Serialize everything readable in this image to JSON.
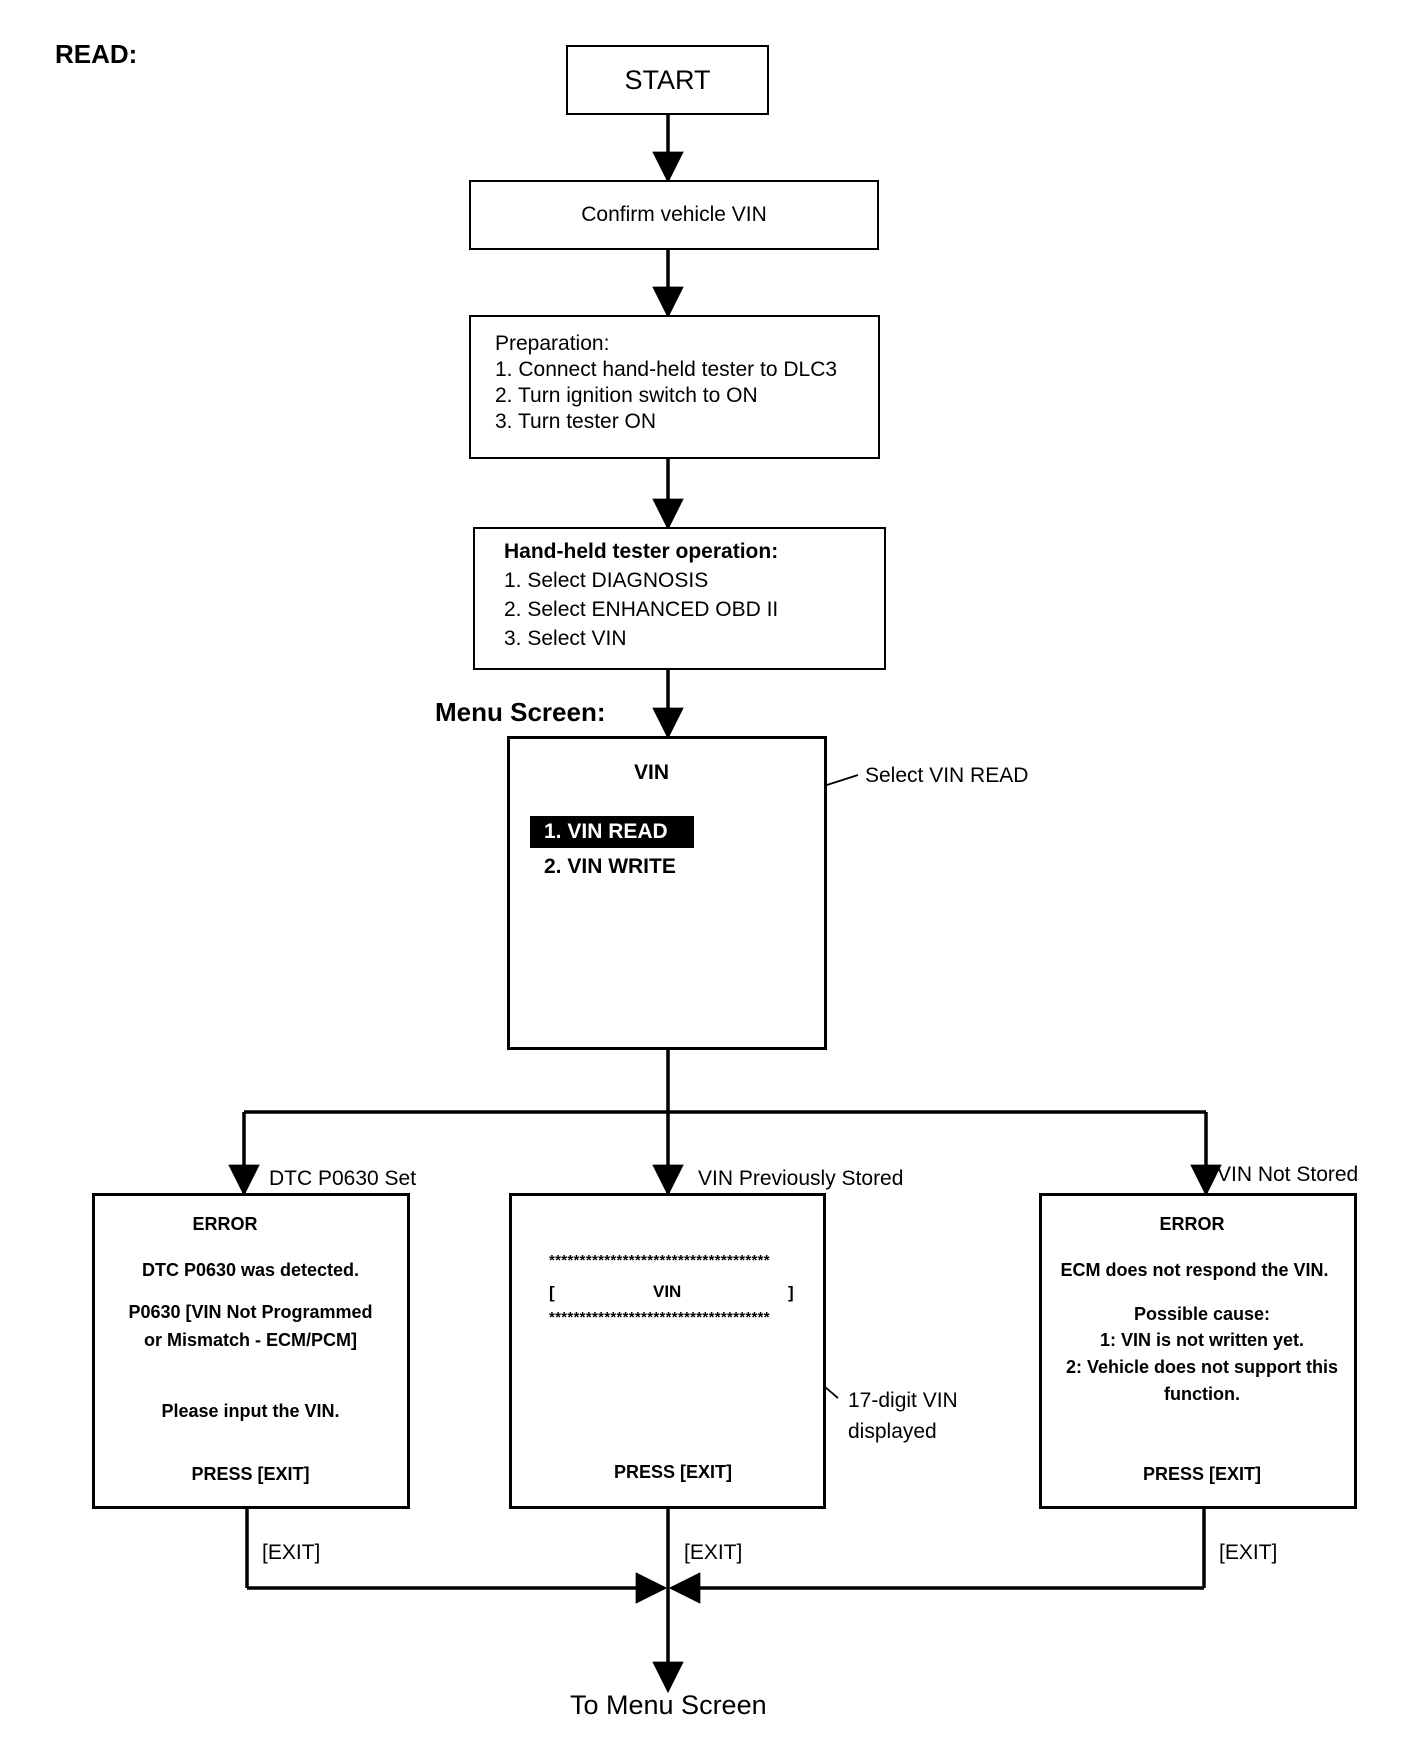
{
  "page_label": "READ:",
  "start": "START",
  "confirm": "Confirm vehicle VIN",
  "preparation": {
    "title": "Preparation:",
    "steps": [
      "1. Connect hand-held tester to DLC3",
      "2. Turn ignition switch to ON",
      "3. Turn tester ON"
    ]
  },
  "tester_operation": {
    "title": "Hand-held tester operation:",
    "steps": [
      "1. Select DIAGNOSIS",
      "2. Select ENHANCED OBD II",
      "3. Select VIN"
    ]
  },
  "menu_screen": {
    "label": "Menu Screen:",
    "title": "VIN",
    "items": [
      "1. VIN READ",
      "2. VIN WRITE"
    ],
    "callout": "Select VIN READ"
  },
  "branches": {
    "left": "DTC P0630 Set",
    "middle": "VIN Previously Stored",
    "right": "VIN Not Stored"
  },
  "error_dtc": {
    "title": "ERROR",
    "line1": "DTC P0630 was detected.",
    "line2": "P0630  [VIN Not Programmed",
    "line3": "or Mismatch - ECM/PCM]",
    "line4": "Please input the VIN.",
    "press": "PRESS [EXIT]"
  },
  "vin_display": {
    "stars": "************************************",
    "bracket_left": "[",
    "vin": "VIN",
    "bracket_right": "]",
    "press": "PRESS [EXIT]",
    "callout_line1": "17-digit VIN",
    "callout_line2": "displayed"
  },
  "error_ecm": {
    "title": "ERROR",
    "line1": "ECM does not respond the VIN.",
    "line2": "Possible cause:",
    "line3": "1: VIN is not written yet.",
    "line4": "2: Vehicle does not support this",
    "line5": "function.",
    "press": "PRESS [EXIT]"
  },
  "exit_label": "[EXIT]",
  "end": "To Menu Screen"
}
